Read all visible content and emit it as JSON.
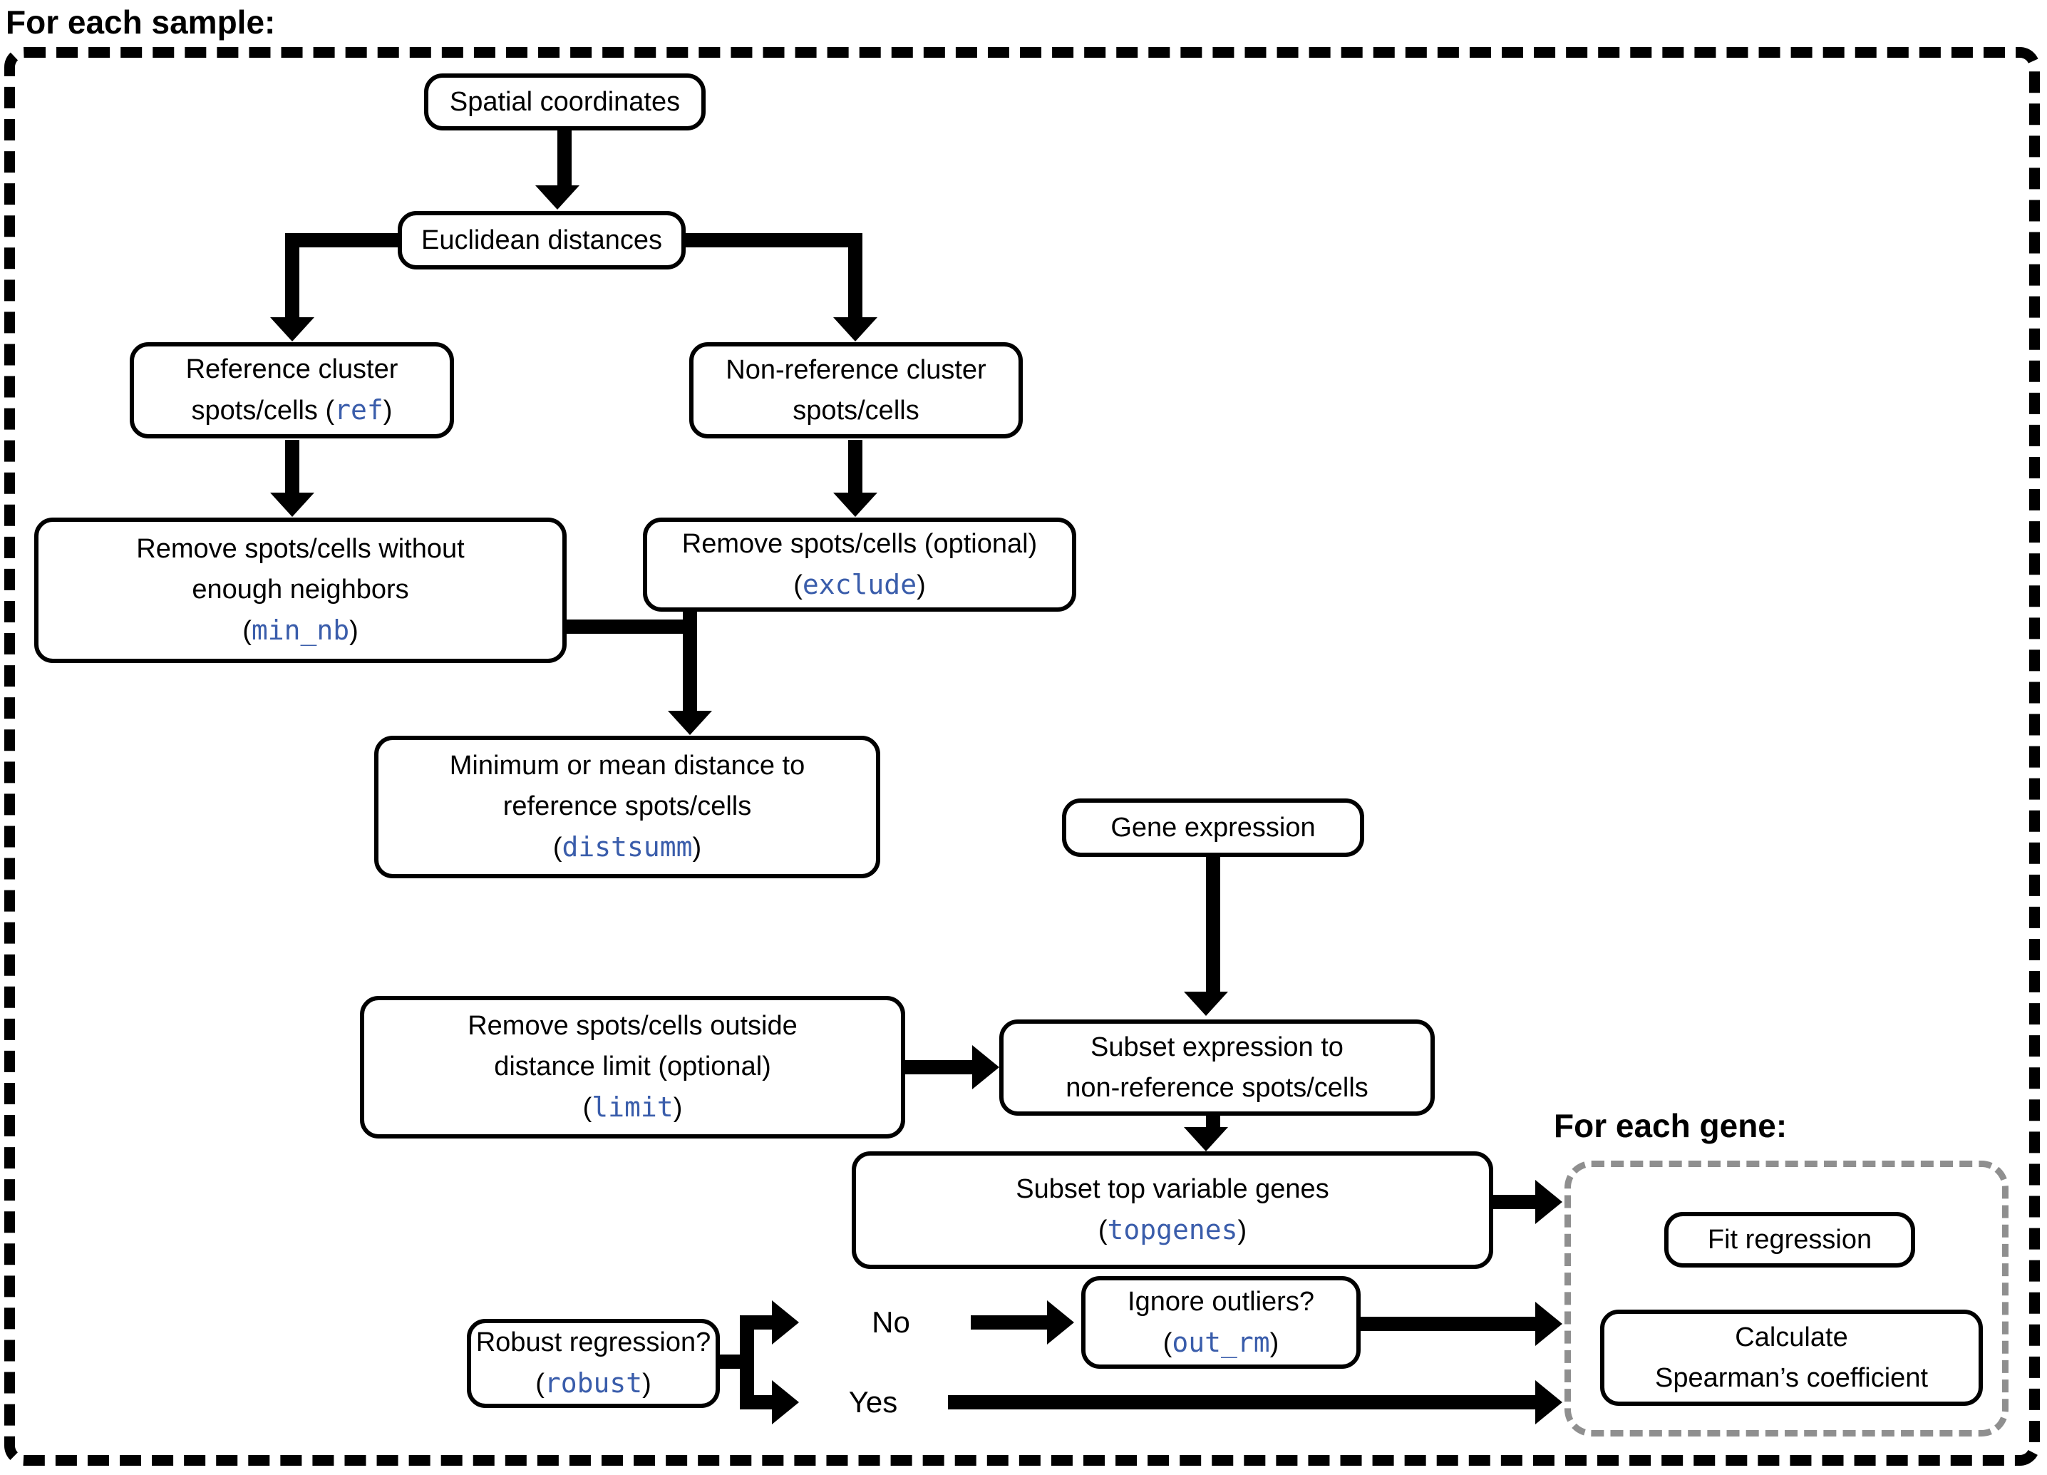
{
  "diagram": {
    "outer_label": "For each sample:",
    "inner_label": "For each gene:",
    "no_label": "No",
    "yes_label": "Yes",
    "code_color": "#3a5dab"
  },
  "nodes": {
    "spatial": {
      "line1": "Spatial coordinates"
    },
    "euclidean": {
      "line1": "Euclidean distances"
    },
    "ref_cluster": {
      "line1": "Reference cluster",
      "line2_pre": "spots/cells (",
      "line2_code": "ref",
      "line2_post": ")"
    },
    "nonref_cluster": {
      "line1": "Non-reference cluster",
      "line2": "spots/cells"
    },
    "min_nb": {
      "line1": "Remove spots/cells without",
      "line2": "enough neighbors",
      "line3_pre": "(",
      "line3_code": "min_nb",
      "line3_post": ")"
    },
    "exclude": {
      "line1": "Remove spots/cells (optional)",
      "line2_pre": "(",
      "line2_code": "exclude",
      "line2_post": ")"
    },
    "distsumm": {
      "line1": "Minimum or mean distance to",
      "line2": "reference spots/cells",
      "line3_pre": "(",
      "line3_code": "distsumm",
      "line3_post": ")"
    },
    "gene_expression": {
      "line1": "Gene expression"
    },
    "limit": {
      "line1": "Remove spots/cells outside",
      "line2": "distance limit (optional)",
      "line3_pre": "(",
      "line3_code": "limit",
      "line3_post": ")"
    },
    "subset_expression": {
      "line1": "Subset expression to",
      "line2": "non-reference spots/cells"
    },
    "topgenes": {
      "line1": "Subset top variable genes",
      "line2_pre": "(",
      "line2_code": "topgenes",
      "line2_post": ")"
    },
    "robust": {
      "line1": "Robust regression?",
      "line2_pre": "(",
      "line2_code": "robust",
      "line2_post": ")"
    },
    "out_rm": {
      "line1": "Ignore outliers?",
      "line2_pre": "(",
      "line2_code": "out_rm",
      "line2_post": ")"
    },
    "fit_regression": {
      "line1": "Fit regression"
    },
    "spearman": {
      "line1": "Calculate",
      "line2": "Spearman’s coefficient"
    }
  }
}
